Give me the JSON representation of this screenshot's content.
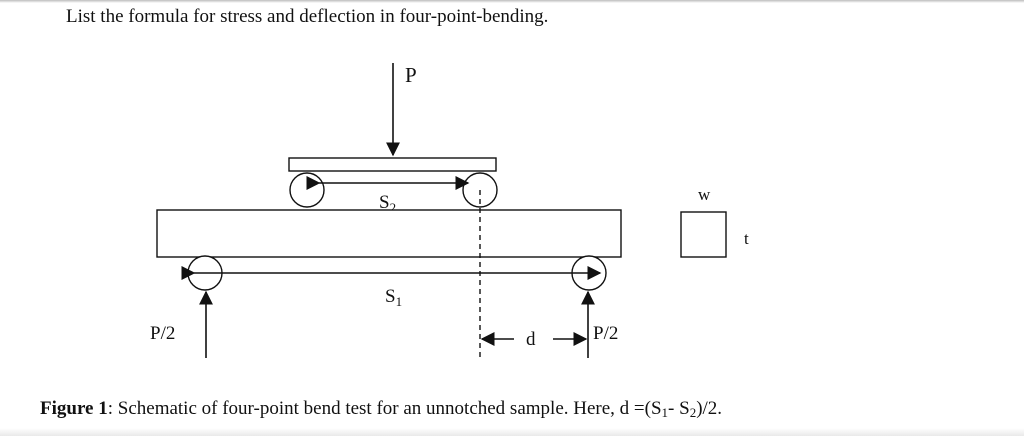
{
  "question": "List the formula for stress and deflection in four-point-bending.",
  "labels": {
    "load": "P",
    "inner_span_base": "S",
    "inner_span_sub": "2",
    "outer_span_base": "S",
    "outer_span_sub": "1",
    "reaction_left": "P/2",
    "reaction_right": "P/2",
    "distance": "d",
    "width": "w",
    "thickness": "t"
  },
  "caption": {
    "prefix": "Figure 1",
    "text_1": ": Schematic of four-point bend test for an unnotched sample. Here, d =(S",
    "sub_1": "1",
    "text_2": "- S",
    "sub_2": "2",
    "text_3": ")/2."
  }
}
